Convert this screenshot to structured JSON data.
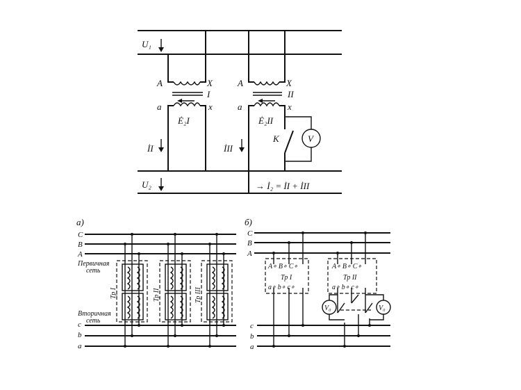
{
  "top_diagram": {
    "U1": "U₁",
    "U2": "U₂",
    "A1": "A",
    "X1": "X",
    "a1": "a",
    "x1": "x",
    "A2": "A",
    "X2": "X",
    "a2": "a",
    "x2": "x",
    "roman1": "I",
    "roman2": "II",
    "E2I": "Ė₂I",
    "E2II": "Ė₂II",
    "II_cur": "İI",
    "III_cur": "İII",
    "K": "K",
    "V": "V",
    "sum": "→ İ₂ = İI + İII"
  },
  "diagram_a": {
    "tag": "a)",
    "C": "C",
    "B": "B",
    "A": "A",
    "c": "c",
    "b": "b",
    "a": "a",
    "primary": [
      "Первичная",
      "сеть"
    ],
    "secondary": [
      "Вторичная",
      "сеть"
    ],
    "t1": "Тр I",
    "t2": "Тр II",
    "t3": "Тр III"
  },
  "diagram_b": {
    "tag": "б)",
    "C": "C",
    "B": "B",
    "A": "A",
    "c": "c",
    "b": "b",
    "a": "a",
    "t1": "Тр I",
    "t2": "Тр II",
    "t1_top": "A∘ B∘ C∘",
    "t1_bot": "a∘ b∘ c∘",
    "t2_top": "A∘ B∘ C∘",
    "t2_bot": "a∘ b∘ c∘",
    "v": "V₀"
  }
}
